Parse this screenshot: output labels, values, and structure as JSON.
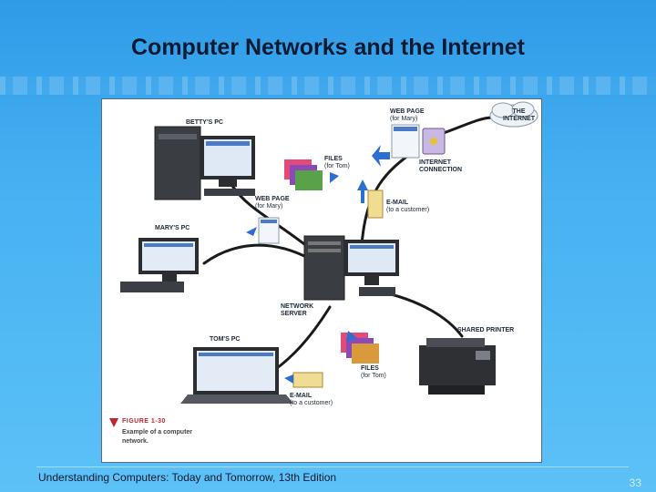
{
  "slide": {
    "title": "Computer Networks and the Internet",
    "footer": "Understanding Computers: Today and Tomorrow, 13th Edition",
    "page_number": "33"
  },
  "diagram": {
    "labels": {
      "bettys_pc": "BETTY'S PC",
      "marys_pc": "MARY'S PC",
      "toms_pc": "TOM'S PC",
      "network_server_1": "NETWORK",
      "network_server_2": "SERVER",
      "shared_printer": "SHARED PRINTER",
      "internet_1": "THE",
      "internet_2": "INTERNET",
      "internet_connection_1": "INTERNET",
      "internet_connection_2": "CONNECTION",
      "webpage_top_1": "WEB PAGE",
      "webpage_top_2": "(for Mary)",
      "files_top_1": "FILES",
      "files_top_2": "(for Tom)",
      "webpage_left_1": "WEB PAGE",
      "webpage_left_2": "(for Mary)",
      "email_top_1": "E-MAIL",
      "email_top_2": "(to a customer)",
      "files_bottom_1": "FILES",
      "files_bottom_2": "(for Tom)",
      "email_bottom_1": "E-MAIL",
      "email_bottom_2": "(to a customer)"
    },
    "caption": {
      "figure_number": "FIGURE 1-30",
      "text": "Example of a computer network."
    }
  },
  "colors": {
    "accent": "#c0252b",
    "cable": "#1a1a1a",
    "arrow": "#2b6fd1"
  }
}
